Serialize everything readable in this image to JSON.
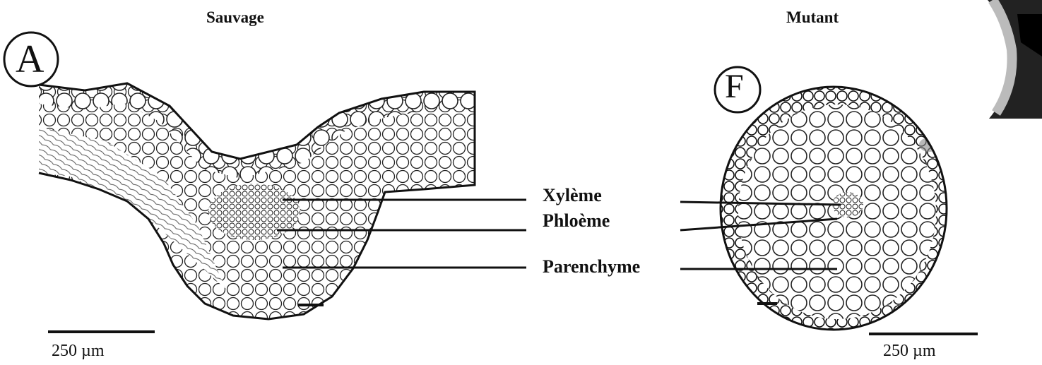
{
  "panels": {
    "left": {
      "heading": "Sauvage",
      "letter": "A",
      "scale": "250 µm"
    },
    "right": {
      "heading": "Mutant",
      "letter": "F",
      "scale": "250 µm"
    }
  },
  "tissues": {
    "xylem": "Xylème",
    "phloem": "Phloème",
    "parenchyma": "Parenchyme"
  },
  "colors": {
    "ink": "#111111",
    "background": "#ffffff",
    "inset": "#222222"
  }
}
